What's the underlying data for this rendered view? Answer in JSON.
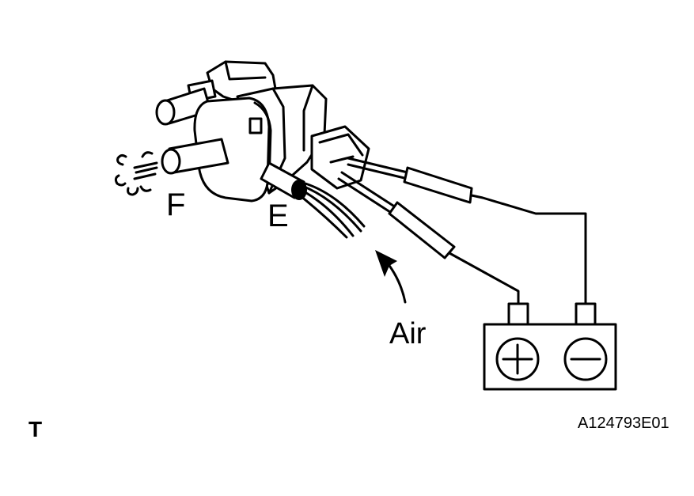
{
  "labels": {
    "port_f": "F",
    "port_e": "E",
    "air": "Air",
    "section": "T",
    "figure_code": "A124793E01"
  },
  "battery": {
    "positive_symbol": "+",
    "negative_symbol": "−"
  },
  "colors": {
    "ink": "#000000",
    "paper": "#ffffff"
  }
}
